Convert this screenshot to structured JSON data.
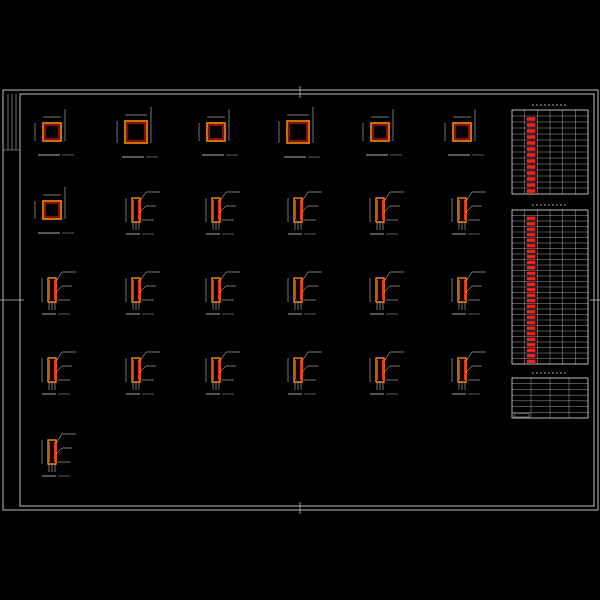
{
  "sheet": {
    "background": "#000000",
    "frame_color": "#cfcfcf",
    "line_color": "#e8e8e8",
    "rebar_color": "#ff2020",
    "section_fill": "#ff8c00",
    "text_color": "#ffffff"
  },
  "details": {
    "row1": [
      "square-column",
      "square-column",
      "square-column",
      "square-column",
      "square-column",
      "square-column"
    ],
    "row2": [
      "square-column",
      "wall-end",
      "wall-end",
      "wall-end",
      "wall-end",
      "wall-end"
    ],
    "row3": [
      "wall-end",
      "wall-end",
      "wall-end",
      "wall-end",
      "wall-end",
      "wall-end"
    ],
    "row4": [
      "wall-end",
      "wall-end",
      "wall-end",
      "wall-end",
      "wall-end",
      "wall-end"
    ],
    "row5": [
      "wall-end"
    ]
  },
  "tables": [
    {
      "name": "column-schedule",
      "rows": 14,
      "cols": 6
    },
    {
      "name": "wall-end-schedule",
      "rows": 28,
      "cols": 6
    },
    {
      "name": "notes-table",
      "rows": 7,
      "cols": 4
    }
  ]
}
